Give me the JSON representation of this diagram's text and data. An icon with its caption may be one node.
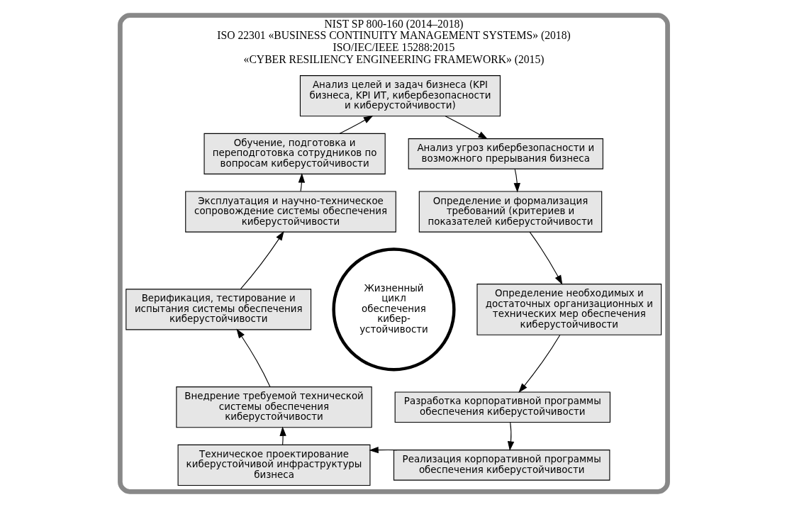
{
  "diagram": {
    "nodes": [
      {
        "text": [
          "NIST SP 800-160 (2014–2018)",
          "ISO 22301 «BUSINESS CONTINUITY MANAGEMENT SYSTEMS» (2018)",
          "ISO/IEC/IEEE 15288:2015",
          "«CYBER RESILIENCY ENGINEERING FRAMEWORK» (2015)"
        ]
      },
      {
        "text": [
          "Анализ целей и задач бизнеса (KPI бизнеса, KPI ИТ, кибербезопасности и киберустойчивости)"
        ],
        "in": 0
      },
      {
        "text": [
          "Обучение, подготовка и переподготовка сотрудников по вопросам киберустойчивости"
        ],
        "in": 0
      },
      {
        "text": [
          "Анализ угроз кибербезопасности и возможного прерывания бизнеса"
        ],
        "in": 0
      },
      {
        "text": [
          "Эксплуатация и научно-техническое сопровождение системы обеспечения киберустойчивости"
        ],
        "in": 0
      },
      {
        "text": [
          "Определение и формализация требований (критериев и показателей киберустойчивости"
        ],
        "in": 0
      },
      {
        "text": [
          "Верификация, тестирование и испытания системы обеспечения киберустойчивости"
        ],
        "in": 0
      },
      {
        "text": [
          "Определение необходимых и достаточных организационных и технических мер обеспечения киберустойчивости"
        ],
        "in": 0
      },
      {
        "text": [
          "Внедрение требуемой технической системы обеспечения киберустойчивости"
        ],
        "in": 0
      },
      {
        "text": [
          "Разработка корпоративной программы обеспечения киберустойчивости"
        ],
        "in": 0
      },
      {
        "text": [
          "Техническое проектирование киберустойчивой инфраструктуры бизнеса"
        ],
        "in": 0
      },
      {
        "text": [
          "Реализация корпоративной программы обеспечения киберустойчивости"
        ],
        "in": 0
      },
      {
        "text": [
          "Жизненный цикл обеспечения кибер-устойчивости"
        ],
        "in": 0
      }
    ],
    "edges": [
      {
        "from": 1,
        "to": 3,
        "arrow": "to"
      },
      {
        "from": 3,
        "to": 5,
        "arrow": "to"
      },
      {
        "from": 5,
        "to": 7,
        "arrow": "to"
      },
      {
        "from": 7,
        "to": 9,
        "arrow": "to"
      },
      {
        "from": 9,
        "to": 11,
        "arrow": "to"
      },
      {
        "from": 11,
        "to": 10,
        "arrow": "to"
      },
      {
        "from": 10,
        "to": 8,
        "arrow": "to"
      },
      {
        "from": 8,
        "to": 6,
        "arrow": "to"
      },
      {
        "from": 6,
        "to": 4,
        "arrow": "to"
      },
      {
        "from": 4,
        "to": 2,
        "arrow": "to"
      },
      {
        "from": 2,
        "to": 1,
        "arrow": "to"
      }
    ]
  }
}
